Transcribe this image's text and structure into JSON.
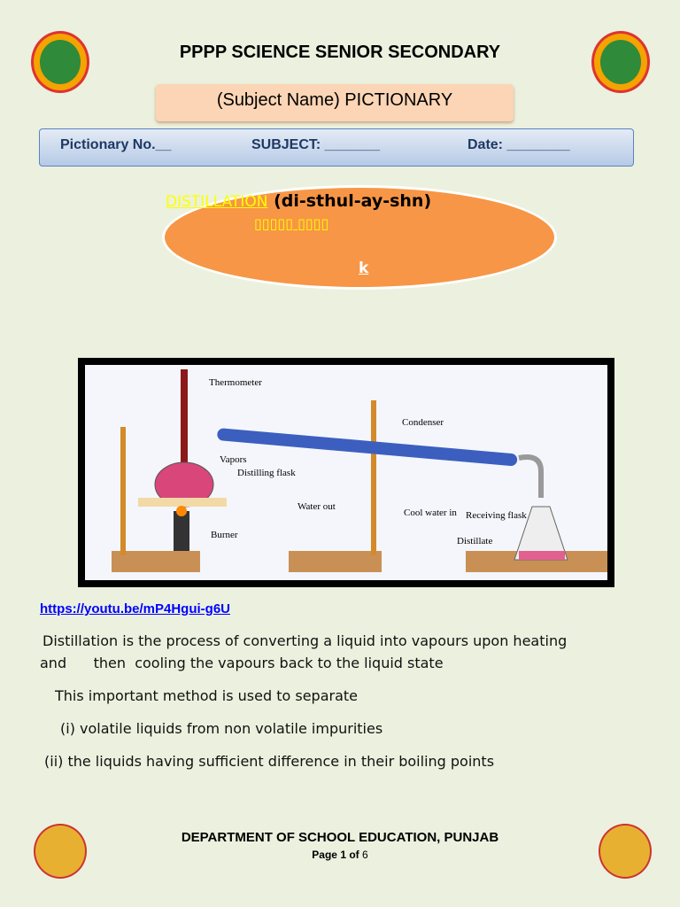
{
  "header": {
    "school": "PPPP SCIENCE SENIOR SECONDARY",
    "subject_title": "(Subject Name) PICTIONARY",
    "pictionary_no": "Pictionary No.__",
    "subject": "SUBJECT: _______",
    "date": "Date: ________"
  },
  "term": {
    "word": "DISTILLATION",
    "pronunciation": "(di-sthul-ay-shn)",
    "translation": "▯▯▯▯▯ ▯▯▯▯",
    "extra": "k"
  },
  "diagram": {
    "labels": [
      "Thermometer",
      "Vapors",
      "Distilling flask",
      "Burner",
      "Water out",
      "Condenser",
      "Cool water in",
      "Receiving flask",
      "Distillate"
    ]
  },
  "link": "https://youtu.be/mP4Hgui-g6U",
  "body": {
    "p1a": "Distillation is the process of converting a liquid into vapours upon heating",
    "p1b": "and      then  cooling the vapours back to the liquid state",
    "p2": "This important method is used to separate",
    "p3": "(i) volatile liquids from non volatile impurities",
    "p4": "(ii) the liquids having sufficient difference in their boiling points"
  },
  "footer": {
    "dept": "DEPARTMENT OF SCHOOL EDUCATION, PUNJAB",
    "page_prefix": "Page ",
    "page": "1",
    "of": " of ",
    "total": "6"
  }
}
